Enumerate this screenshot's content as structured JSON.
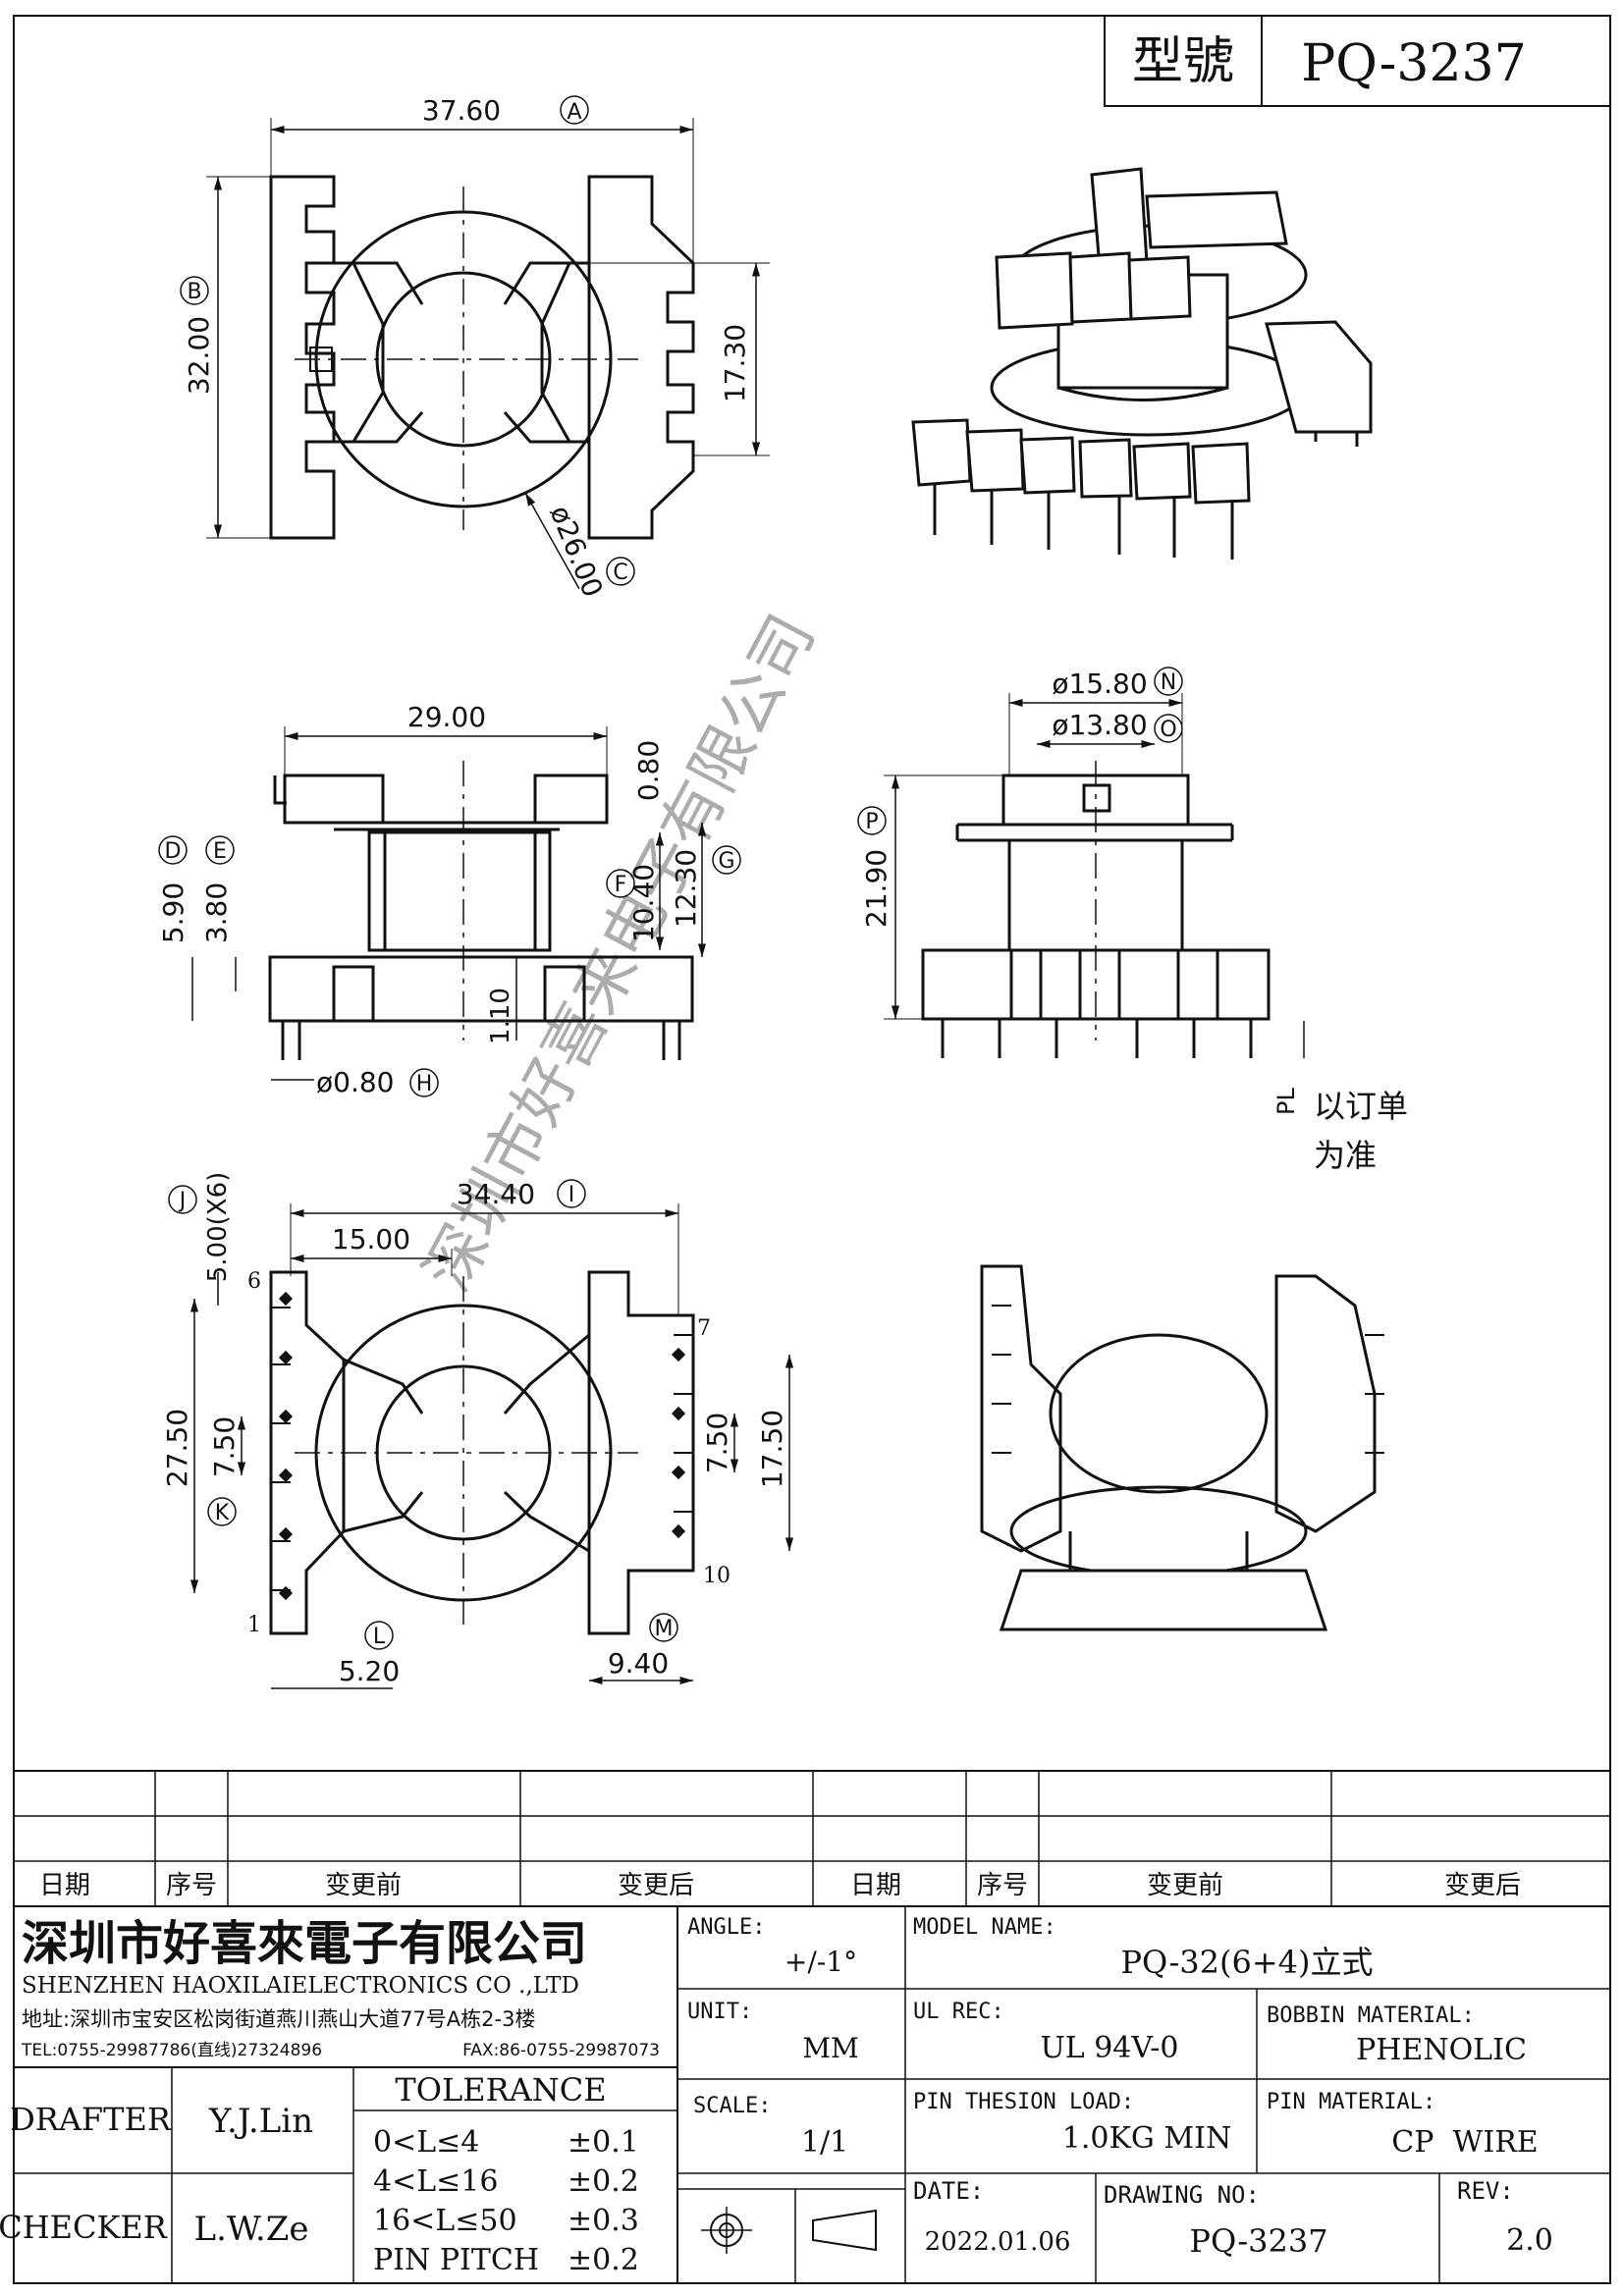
{
  "title_block_top": {
    "model_label": "型號",
    "model_value": "PQ-3237"
  },
  "top_view": {
    "dim_width": "37.60",
    "dim_width_tag": "A",
    "dim_height": "32.00",
    "dim_height_tag": "B",
    "dim_inner": "17.30",
    "dim_dia": "ø26.00",
    "dim_dia_tag": "C"
  },
  "front_view": {
    "dim_width": "29.00",
    "dim_flange": "0.80",
    "dim_d": "5.90",
    "dim_d_tag": "D",
    "dim_e": "3.80",
    "dim_e_tag": "E",
    "dim_f": "10.40",
    "dim_f_tag": "F",
    "dim_g": "12.30",
    "dim_g_tag": "G",
    "dim_base": "1.10",
    "dim_pin": "ø0.80",
    "dim_pin_tag": "H"
  },
  "side_view": {
    "dim_outer_dia": "ø15.80",
    "dim_outer_tag": "N",
    "dim_inner_dia": "ø13.80",
    "dim_inner_tag": "O",
    "dim_height": "21.90",
    "dim_height_tag": "P",
    "pl_label": "PL",
    "pl_note_line1": "以订单",
    "pl_note_line2": "为准"
  },
  "bottom_view": {
    "dim_width": "34.40",
    "dim_width_tag": "I",
    "dim_pitch_row": "15.00",
    "dim_j": "5.00(X6)",
    "dim_j_tag": "J",
    "dim_left_height": "27.50",
    "dim_left_pitch": "7.50",
    "dim_k_tag": "K",
    "dim_right_pitch": "7.50",
    "dim_right_height": "17.50",
    "dim_l": "5.20",
    "dim_l_tag": "L",
    "dim_m": "9.40",
    "dim_m_tag": "M",
    "pin_6": "6",
    "pin_7": "7",
    "pin_1": "1",
    "pin_10": "10"
  },
  "revision_table": {
    "headers": [
      "日期",
      "序号",
      "变更前",
      "变更后",
      "日期",
      "序号",
      "变更前",
      "变更后"
    ]
  },
  "company": {
    "name_cn": "深圳市好喜來電子有限公司",
    "name_en": "SHENZHEN HAOXILAIELECTRONICS CO .,LTD",
    "address": "地址:深圳市宝安区松岗街道燕川燕山大道77号A栋2-3楼",
    "tel": "TEL:0755-29987786(直线)27324896",
    "fax": "FAX:86-0755-29987073"
  },
  "title_block": {
    "angle_label": "ANGLE:",
    "angle_value": "+/-1°",
    "model_name_label": "MODEL NAME:",
    "model_name_value": "PQ-32(6+4)立式",
    "unit_label": "UNIT:",
    "unit_value": "MM",
    "ul_label": "UL REC:",
    "ul_value": "UL 94V-0",
    "bobbin_label": "BOBBIN MATERIAL:",
    "bobbin_value": "PHENOLIC",
    "scale_label": "SCALE:",
    "scale_value": "1/1",
    "pin_load_label": "PIN THESION LOAD:",
    "pin_load_value": "1.0KG MIN",
    "pin_mat_label": "PIN MATERIAL:",
    "pin_mat_value": "CP  WIRE",
    "date_label": "DATE:",
    "date_value": "2022.01.06",
    "drawing_label": "DRAWING NO:",
    "drawing_value": "PQ-3237",
    "rev_label": "REV:",
    "rev_value": "2.0",
    "drafter_label": "DRAFTER",
    "drafter_value": "Y.J.Lin",
    "checker_label": "CHECKER",
    "checker_value": "L.W.Ze",
    "tolerance_label": "TOLERANCE",
    "tol_rows": [
      {
        "range": "0<L≤4",
        "value": "±0.1"
      },
      {
        "range": "4<L≤16",
        "value": "±0.2"
      },
      {
        "range": "16<L≤50",
        "value": "±0.3"
      },
      {
        "range": "PIN PITCH",
        "value": "±0.2"
      }
    ]
  },
  "watermark": "深圳市好喜来电子有限公司"
}
